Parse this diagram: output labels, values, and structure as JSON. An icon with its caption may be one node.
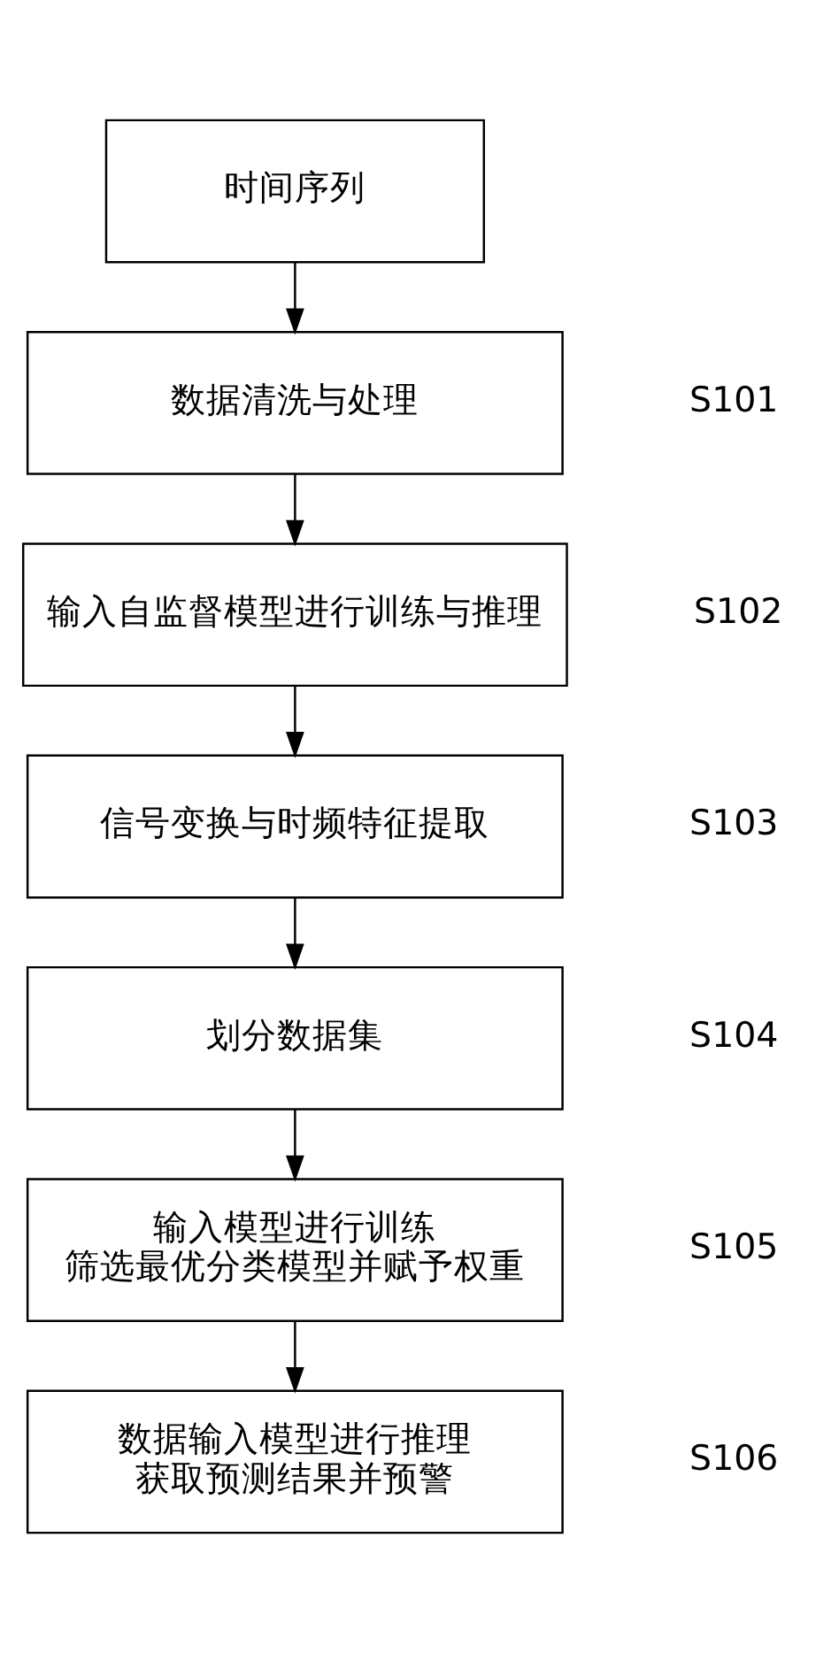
{
  "diagram": {
    "nodes": [
      {
        "text": [
          "时间序列"
        ]
      },
      {
        "text": [
          "数据清洗与处理"
        ],
        "beside": [
          "S101"
        ]
      },
      {
        "text": [
          "输入自监督模型进行训练与推理"
        ],
        "beside": [
          "S102"
        ]
      },
      {
        "text": [
          "信号变换与时频特征提取"
        ],
        "beside": [
          "S103"
        ]
      },
      {
        "text": [
          "划分数据集"
        ],
        "beside": [
          "S104"
        ]
      },
      {
        "text": [
          "输入模型进行训练",
          "筛选最优分类模型并赋予权重"
        ],
        "beside": [
          "S105"
        ]
      },
      {
        "text": [
          "数据输入模型进行推理",
          "获取预测结果并预警"
        ],
        "beside": [
          "S106"
        ]
      }
    ],
    "edges": [
      {
        "from": 0,
        "to": 1,
        "arrow": "to"
      },
      {
        "from": 1,
        "to": 2,
        "arrow": "to"
      },
      {
        "from": 2,
        "to": 3,
        "arrow": "to"
      },
      {
        "from": 3,
        "to": 4,
        "arrow": "to"
      },
      {
        "from": 4,
        "to": 5,
        "arrow": "to"
      },
      {
        "from": 5,
        "to": 6,
        "arrow": "to"
      }
    ]
  }
}
